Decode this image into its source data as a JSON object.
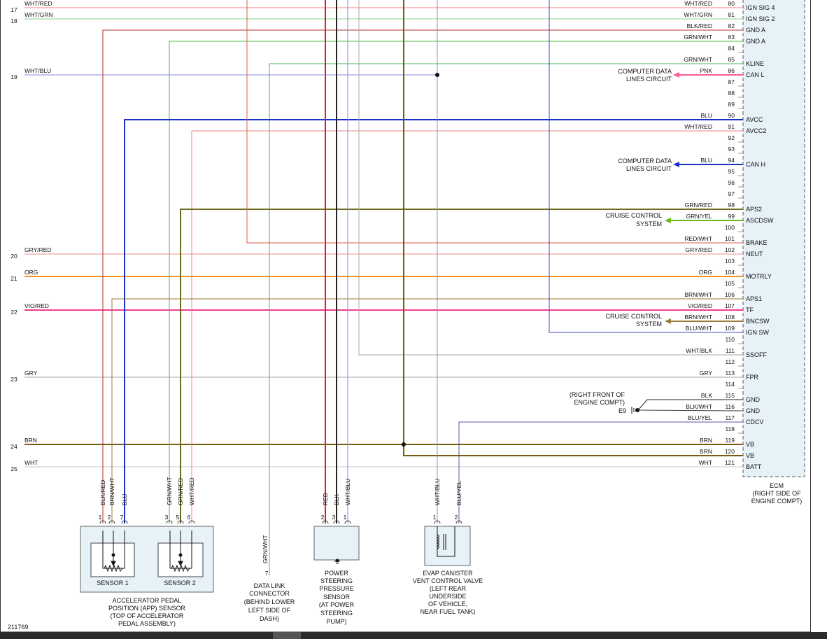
{
  "diagram_id": "211769",
  "ecm": {
    "caption": [
      "ECM",
      "(RIGHT SIDE OF",
      "ENGINE COMPT)"
    ],
    "pins": [
      {
        "pin": "80",
        "wire": "WHT/RED",
        "signal": "IGN SIG 4"
      },
      {
        "pin": "81",
        "wire": "WHT/GRN",
        "signal": "IGN SIG 2"
      },
      {
        "pin": "82",
        "wire": "BLK/RED",
        "signal": "GND A"
      },
      {
        "pin": "83",
        "wire": "GRN/WHT",
        "signal": "GND A"
      },
      {
        "pin": "84",
        "wire": "",
        "signal": ""
      },
      {
        "pin": "85",
        "wire": "GRN/WHT",
        "signal": "KLINE"
      },
      {
        "pin": "86",
        "wire": "PNK",
        "signal": "CAN L"
      },
      {
        "pin": "87",
        "wire": "",
        "signal": ""
      },
      {
        "pin": "88",
        "wire": "",
        "signal": ""
      },
      {
        "pin": "89",
        "wire": "",
        "signal": ""
      },
      {
        "pin": "90",
        "wire": "BLU",
        "signal": "AVCC"
      },
      {
        "pin": "91",
        "wire": "WHT/RED",
        "signal": "AVCC2"
      },
      {
        "pin": "92",
        "wire": "",
        "signal": ""
      },
      {
        "pin": "93",
        "wire": "",
        "signal": ""
      },
      {
        "pin": "94",
        "wire": "BLU",
        "signal": "CAN H"
      },
      {
        "pin": "95",
        "wire": "",
        "signal": ""
      },
      {
        "pin": "96",
        "wire": "",
        "signal": ""
      },
      {
        "pin": "97",
        "wire": "",
        "signal": ""
      },
      {
        "pin": "98",
        "wire": "GRN/RED",
        "signal": "APS2"
      },
      {
        "pin": "99",
        "wire": "GRN/YEL",
        "signal": "ASCDSW"
      },
      {
        "pin": "100",
        "wire": "",
        "signal": ""
      },
      {
        "pin": "101",
        "wire": "RED/WHT",
        "signal": "BRAKE"
      },
      {
        "pin": "102",
        "wire": "GRY/RED",
        "signal": "NEUT"
      },
      {
        "pin": "103",
        "wire": "",
        "signal": ""
      },
      {
        "pin": "104",
        "wire": "ORG",
        "signal": "MOTRLY"
      },
      {
        "pin": "105",
        "wire": "",
        "signal": ""
      },
      {
        "pin": "106",
        "wire": "BRN/WHT",
        "signal": "APS1"
      },
      {
        "pin": "107",
        "wire": "VIO/RED",
        "signal": "TF"
      },
      {
        "pin": "108",
        "wire": "BRN/WHT",
        "signal": "BNCSW"
      },
      {
        "pin": "109",
        "wire": "BLU/WHT",
        "signal": "IGN SW"
      },
      {
        "pin": "110",
        "wire": "",
        "signal": ""
      },
      {
        "pin": "111",
        "wire": "WHT/BLK",
        "signal": "SSOFF"
      },
      {
        "pin": "112",
        "wire": "",
        "signal": ""
      },
      {
        "pin": "113",
        "wire": "GRY",
        "signal": "FPR"
      },
      {
        "pin": "114",
        "wire": "",
        "signal": ""
      },
      {
        "pin": "115",
        "wire": "BLK",
        "signal": "GND"
      },
      {
        "pin": "116",
        "wire": "BLK/WHT",
        "signal": "GND"
      },
      {
        "pin": "117",
        "wire": "BLU/YEL",
        "signal": "CDCV"
      },
      {
        "pin": "118",
        "wire": "",
        "signal": ""
      },
      {
        "pin": "119",
        "wire": "BRN",
        "signal": "VB"
      },
      {
        "pin": "120",
        "wire": "BRN",
        "signal": "VB"
      },
      {
        "pin": "121",
        "wire": "WHT",
        "signal": "BATT"
      }
    ]
  },
  "left_wires": [
    {
      "ref": "17",
      "label": "WHT/RED"
    },
    {
      "ref": "18",
      "label": "WHT/GRN"
    },
    {
      "ref": "19",
      "label": "WHT/BLU"
    },
    {
      "ref": "20",
      "label": "GRY/RED"
    },
    {
      "ref": "21",
      "label": "ORG"
    },
    {
      "ref": "22",
      "label": "VIO/RED"
    },
    {
      "ref": "23",
      "label": "GRY"
    },
    {
      "ref": "24",
      "label": "BRN"
    },
    {
      "ref": "25",
      "label": "WHT"
    }
  ],
  "side_notes": {
    "can_l": [
      "COMPUTER DATA",
      "LINES CIRCUIT"
    ],
    "can_h": [
      "COMPUTER DATA",
      "LINES CIRCUIT"
    ],
    "ascdsw": [
      "CRUISE CONTROL",
      "SYSTEM"
    ],
    "bncsw": [
      "CRUISE CONTROL",
      "SYSTEM"
    ],
    "ground": [
      "(RIGHT FRONT OF",
      "ENGINE COMPT)"
    ],
    "ground_id": "E9"
  },
  "components": {
    "app_sensor": {
      "sensor1": "SENSOR 1",
      "sensor2": "SENSOR 2",
      "caption": [
        "ACCELERATOR PEDAL",
        "POSITION (APP) SENSOR",
        "(TOP OF ACCELERATOR",
        "PEDAL ASSEMBLY)"
      ],
      "wires": [
        {
          "pin": "1",
          "label": "BLK/RED"
        },
        {
          "pin": "2",
          "label": "BRN/WHT"
        },
        {
          "pin": "7",
          "label": "BLU"
        },
        {
          "pin": "3",
          "label": "GRN/WHT"
        },
        {
          "pin": "5",
          "label": "GRN/RED"
        },
        {
          "pin": "6",
          "label": "WHT/RED"
        }
      ]
    },
    "dlc": {
      "pin": "7",
      "label": "GRN/WHT",
      "caption": [
        "DATA LINK",
        "CONNECTOR",
        "(BEHIND LOWER",
        "LEFT SIDE OF",
        "DASH)"
      ]
    },
    "ps_sensor": {
      "caption": [
        "POWER",
        "STEERING",
        "PRESSURE",
        "SENSOR",
        "(AT POWER",
        "STEERING",
        "PUMP)"
      ],
      "wires": [
        {
          "pin": "2",
          "label": "RED"
        },
        {
          "pin": "3",
          "label": "BLK"
        },
        {
          "pin": "1",
          "label": "WHT/BLU"
        }
      ]
    },
    "evap": {
      "caption": [
        "EVAP CANISTER",
        "VENT CONTROL VALVE",
        "(LEFT REAR",
        "UNDERSIDE",
        "OF VEHICLE,",
        "NEAR FUEL TANK)"
      ],
      "wires": [
        {
          "pin": "1",
          "label": "WHT/BLU"
        },
        {
          "pin": "2",
          "label": "BLU/YEL"
        }
      ]
    }
  },
  "colors": {
    "WHT/RED": "#f08080",
    "WHT/GRN": "#8fd18f",
    "BLK/RED": "#b03030",
    "GRN/WHT": "#49b849",
    "PNK": "#ff5b8c",
    "BLU": "#1b2fc9",
    "GRN/RED": "#6b6b1e",
    "GRN/YEL": "#66b81c",
    "RED/WHT": "#e0594e",
    "GRY/RED": "#ee8c8c",
    "ORG": "#f39321",
    "BRN/WHT": "#9a7a3d",
    "VIO/RED": "#ef3f8f",
    "BLU/WHT": "#3a44c9",
    "WHT/BLK": "#a9a9a9",
    "GRY": "#a0a0a0",
    "BLK": "#222222",
    "BLK/WHT": "#444444",
    "BLU/YEL": "#56579c",
    "BRN": "#7a5a0f",
    "WHT": "#c9c9c9",
    "WHT/BLU": "#8a8ae6",
    "RED": "#e02020",
    "ECM_FILL": "#e6f1f8"
  }
}
